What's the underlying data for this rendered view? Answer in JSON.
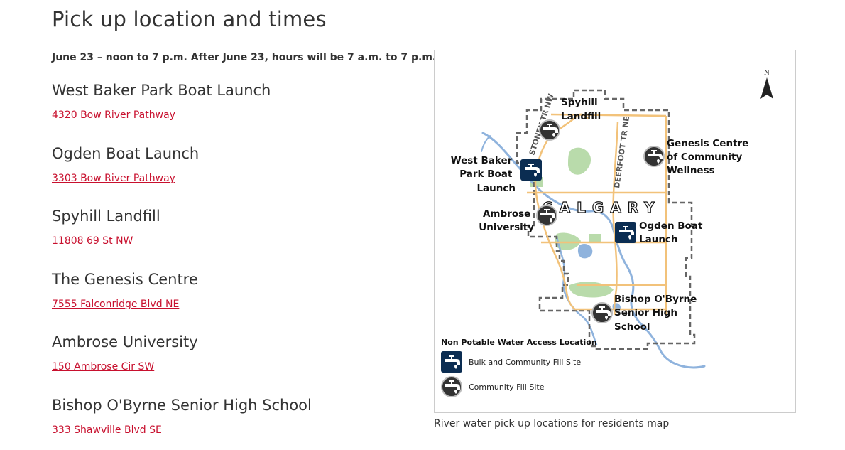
{
  "page": {
    "title": "Pick up location and times",
    "hours_note": "June 23 – noon to 7 p.m. After June 23, hours will be 7 a.m. to 7 p.m."
  },
  "locations": [
    {
      "name": "West Baker Park Boat Launch",
      "address": "4320 Bow River Pathway"
    },
    {
      "name": "Ogden Boat Launch",
      "address": "3303 Bow River Pathway"
    },
    {
      "name": "Spyhill Landfill",
      "address": "11808 69 St NW"
    },
    {
      "name": "The Genesis Centre",
      "address": "7555 Falconridge Blvd NE"
    },
    {
      "name": "Ambrose University",
      "address": "150 Ambrose Cir SW"
    },
    {
      "name": "Bishop O'Byrne Senior High School",
      "address": "333 Shawville Blvd SE"
    }
  ],
  "map": {
    "city_label": "CALGARY",
    "north_label": "N",
    "roads": {
      "stoney": "STONEY TR NW",
      "deerfoot": "DEERFOOT TR NE"
    },
    "sites": {
      "spyhill": [
        "Spyhill",
        "Landfill"
      ],
      "genesis": [
        "Genesis Centre",
        "of Community",
        "Wellness"
      ],
      "west_baker": [
        "West Baker",
        "Park Boat",
        "Launch"
      ],
      "ambrose": [
        "Ambrose",
        "University"
      ],
      "ogden": [
        "Ogden Boat",
        "Launch"
      ],
      "bishop": [
        "Bishop O'Byrne",
        "Senior High",
        "School"
      ]
    },
    "legend": {
      "title": "Non Potable Water Access Location",
      "bulk": "Bulk and Community Fill Site",
      "community": "Community Fill Site"
    },
    "colors": {
      "bulk_icon": "#0b2d52",
      "community_icon": "#333333",
      "road": "#f2c27a",
      "water": "#8fb3dd",
      "park": "#b9dbab",
      "boundary": "#666666"
    }
  },
  "caption": "River water pick up locations for residents map"
}
